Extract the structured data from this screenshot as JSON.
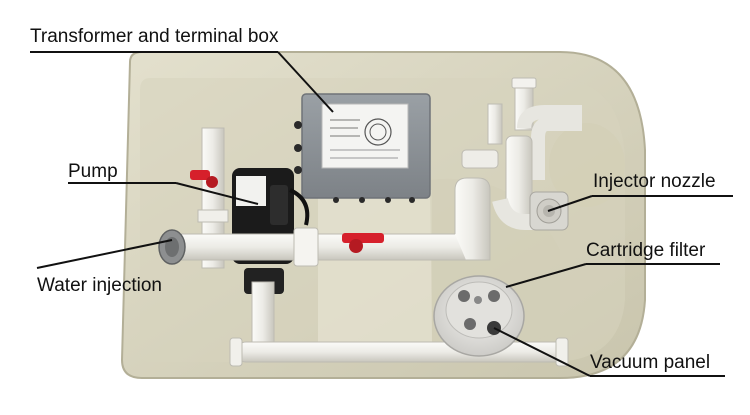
{
  "labels": {
    "transformer": "Transformer and terminal box",
    "pump": "Pump",
    "water_injection": "Water injection",
    "injector_nozzle": "Injector nozzle",
    "cartridge_filter": "Cartridge filter",
    "vacuum_panel": "Vacuum panel"
  },
  "colors": {
    "tank": "#d9d6c2",
    "pipe": "#ecebe6",
    "valve_handle": "#d6202b",
    "pump_body": "#1b1b1b",
    "control_box": "#8c9095",
    "leader_line": "#111111"
  }
}
